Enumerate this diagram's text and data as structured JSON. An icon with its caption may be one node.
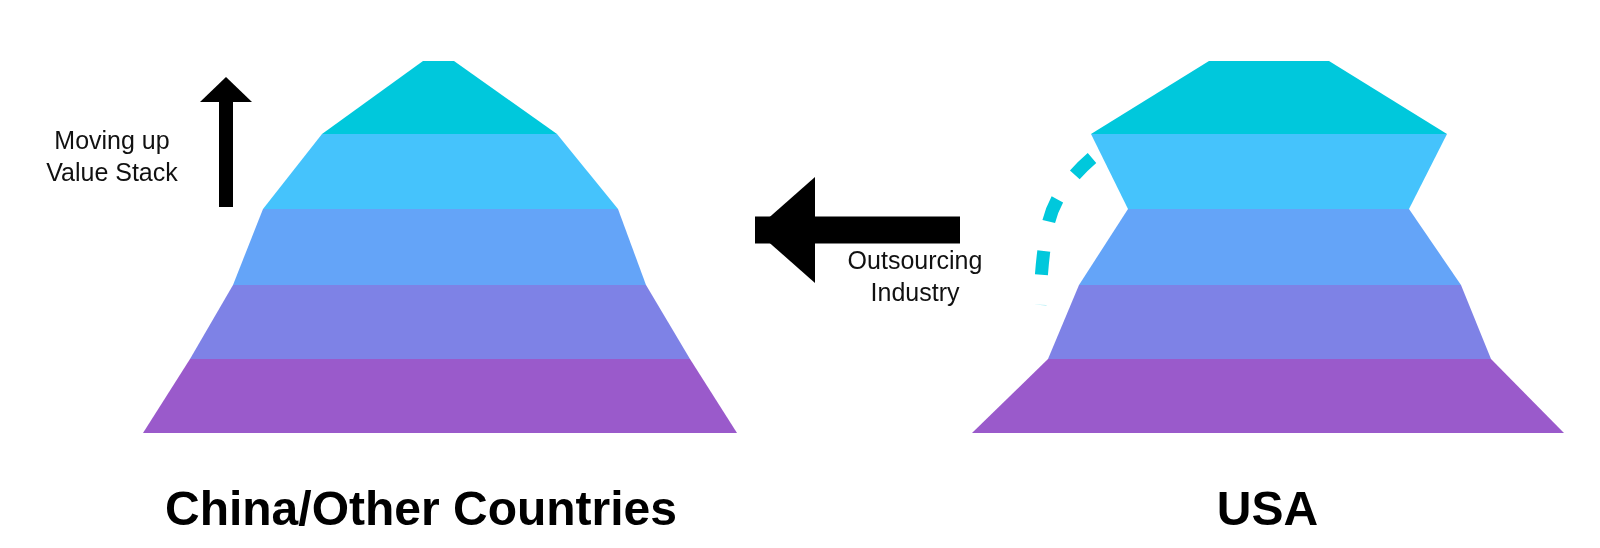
{
  "diagram": {
    "nodes": [
      {
        "text": [
          "China/Other Countries"
        ]
      },
      {
        "text": [
          "USA"
        ]
      }
    ],
    "edges": [
      {
        "from": 1,
        "to": 0,
        "arrow": "to",
        "label": "Outsourcing Industry"
      }
    ],
    "labels": [
      "Moving up Value Stack"
    ]
  }
}
